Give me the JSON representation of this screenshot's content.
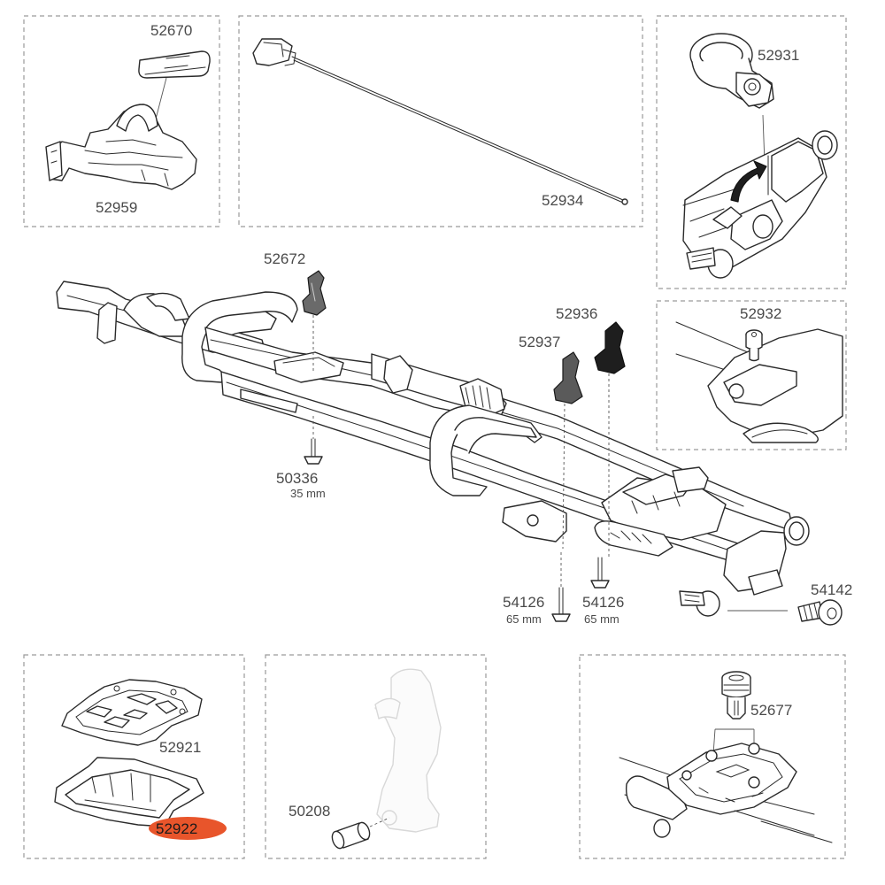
{
  "labels": {
    "p52670": "52670",
    "p52959": "52959",
    "p52934": "52934",
    "p52931": "52931",
    "p52672": "52672",
    "p52936": "52936",
    "p52937": "52937",
    "p52932": "52932",
    "p50336": "50336",
    "p50336_size": "35 mm",
    "p54126a": "54126",
    "p54126a_size": "65 mm",
    "p54126b": "54126",
    "p54126b_size": "65 mm",
    "p54142": "54142",
    "p52921": "52921",
    "p52922": "52922",
    "p50208": "50208",
    "p52677": "52677"
  },
  "colors": {
    "highlight": "#e8552b",
    "box_border": "#9a9a9a",
    "line": "#2a2a2a"
  }
}
